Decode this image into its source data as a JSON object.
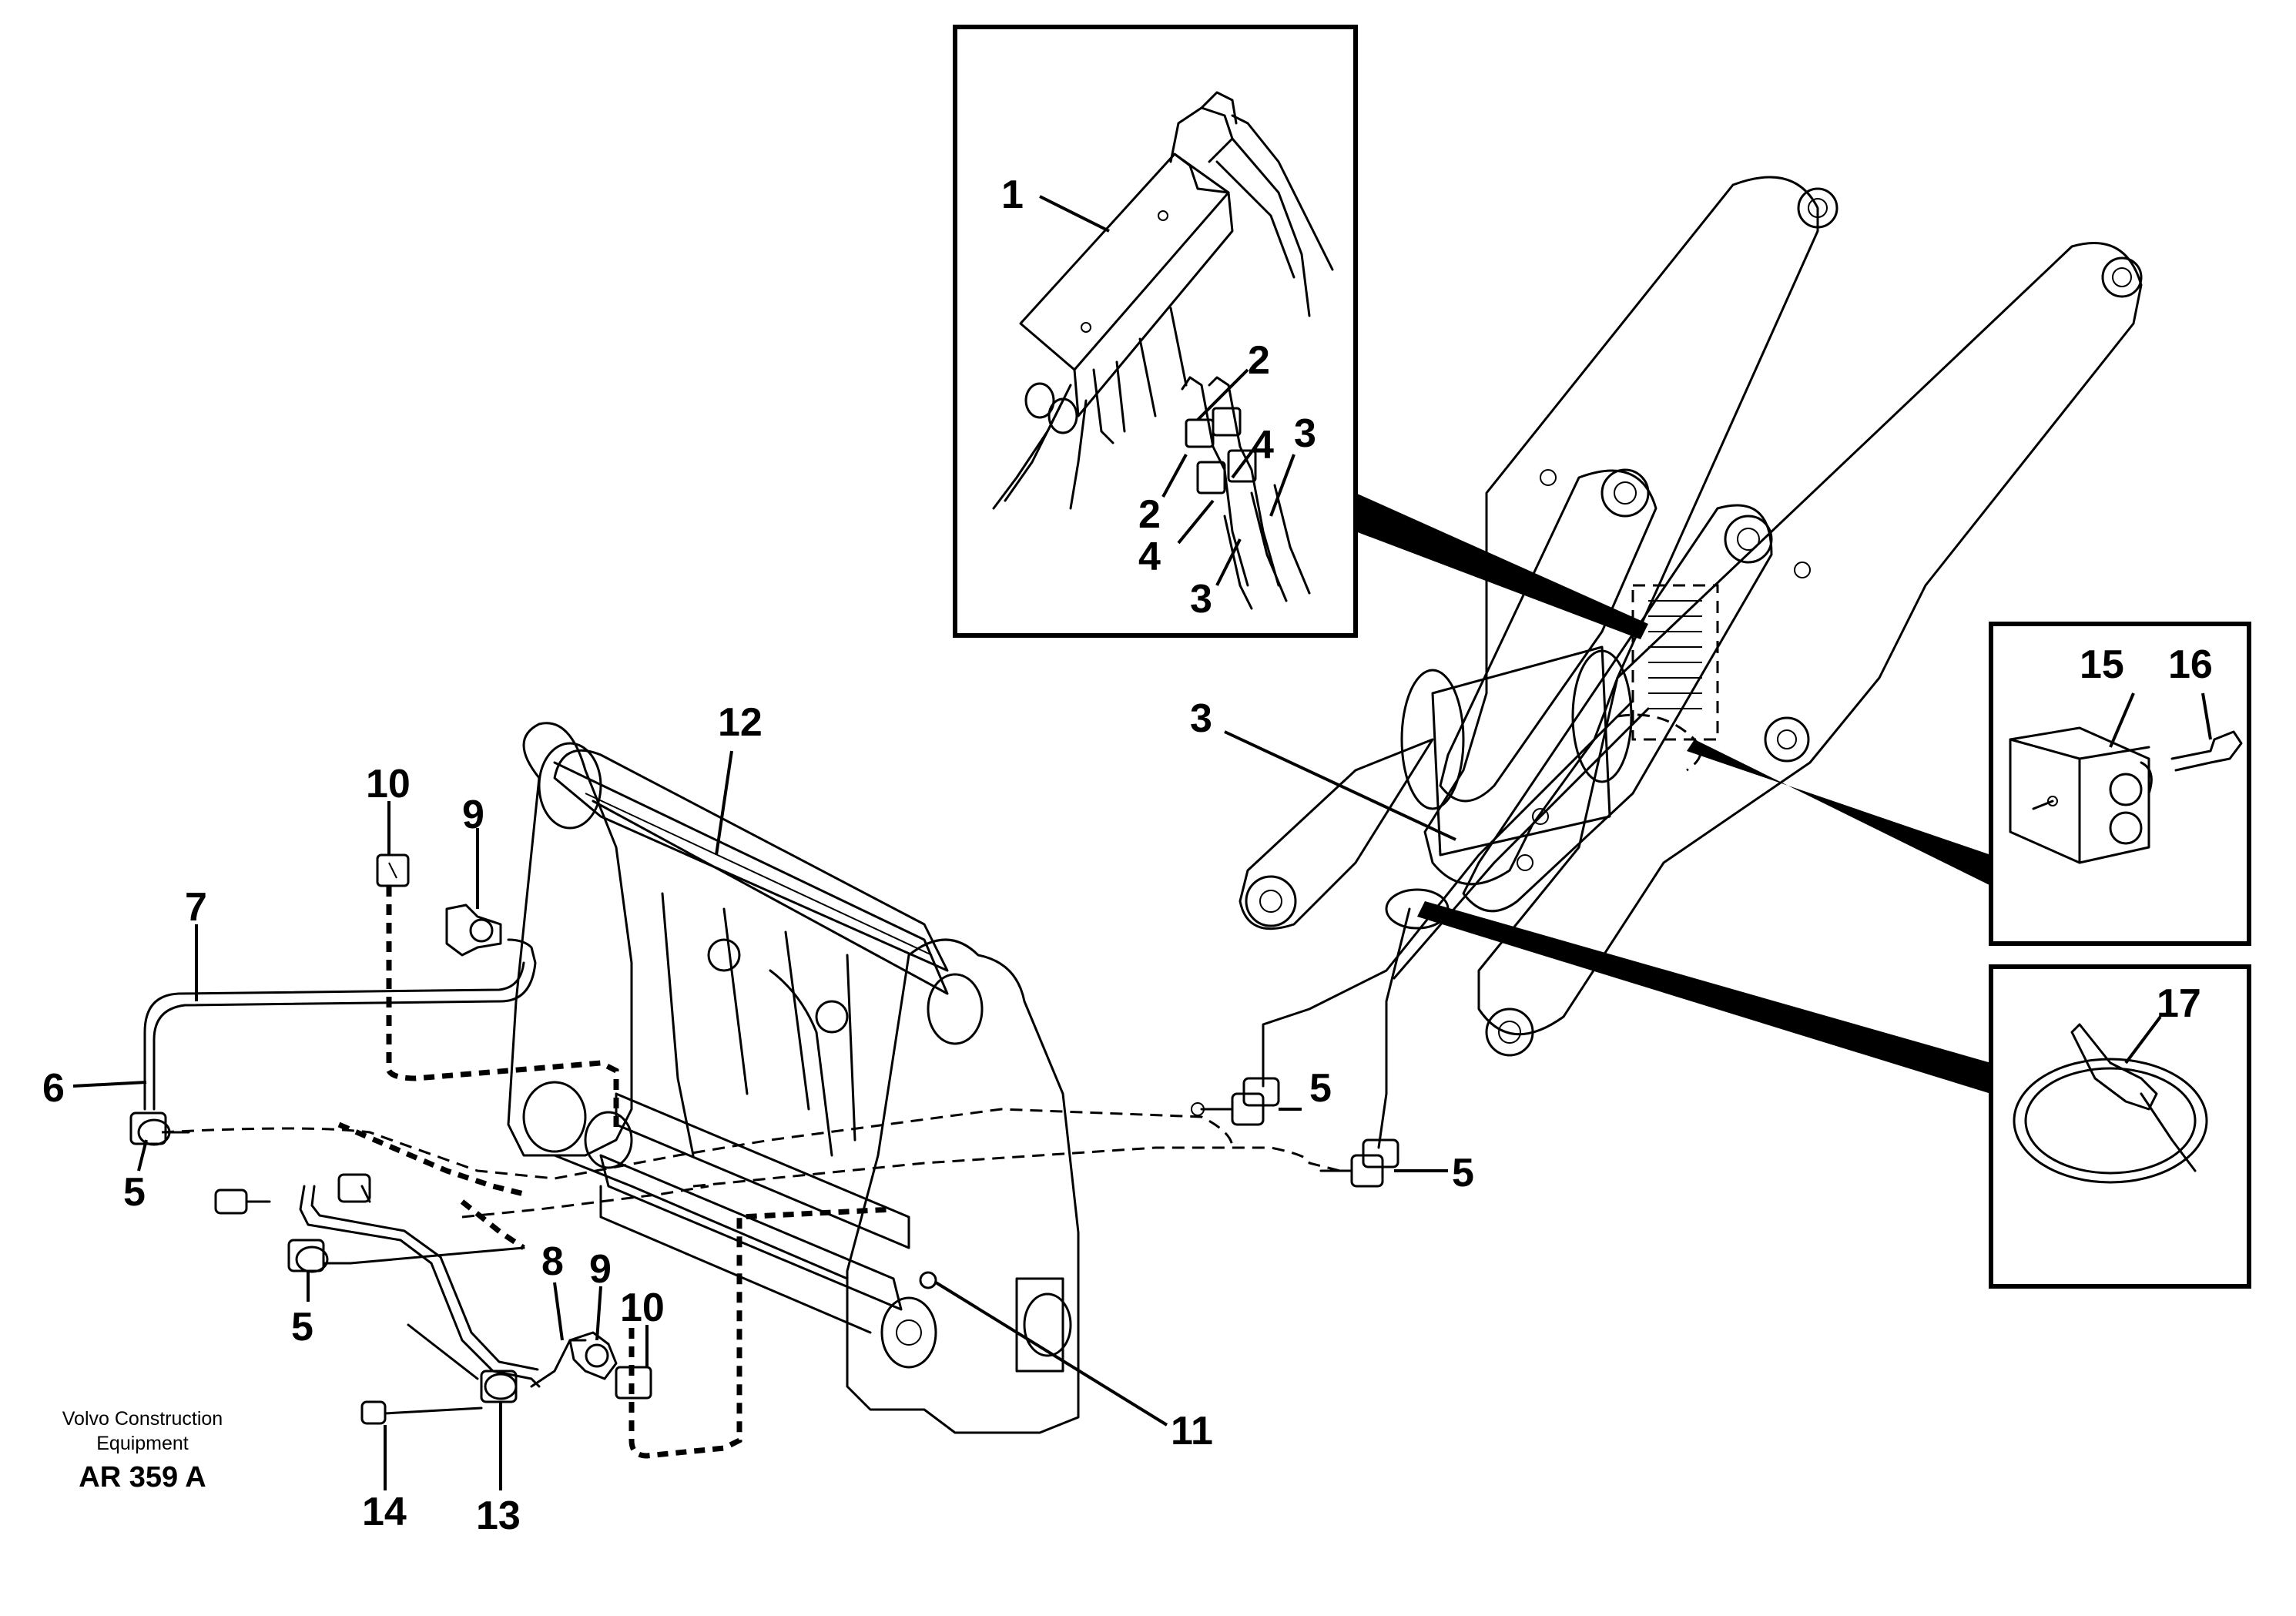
{
  "caption": {
    "company_line1": "Volvo Construction",
    "company_line2": "Equipment",
    "drawing_ref": "AR 359 A"
  },
  "callouts": {
    "c1": "1",
    "c2a": "2",
    "c2b": "2",
    "c3a": "3",
    "c3b": "3",
    "c3c": "3",
    "c4a": "4",
    "c4b": "4",
    "c5a": "5",
    "c5b": "5",
    "c5c": "5",
    "c5d": "5",
    "c6": "6",
    "c7": "7",
    "c8": "8",
    "c9a": "9",
    "c9b": "9",
    "c10a": "10",
    "c10b": "10",
    "c11": "11",
    "c12": "12",
    "c13": "13",
    "c14": "14",
    "c15": "15",
    "c16": "16",
    "c17": "17"
  }
}
